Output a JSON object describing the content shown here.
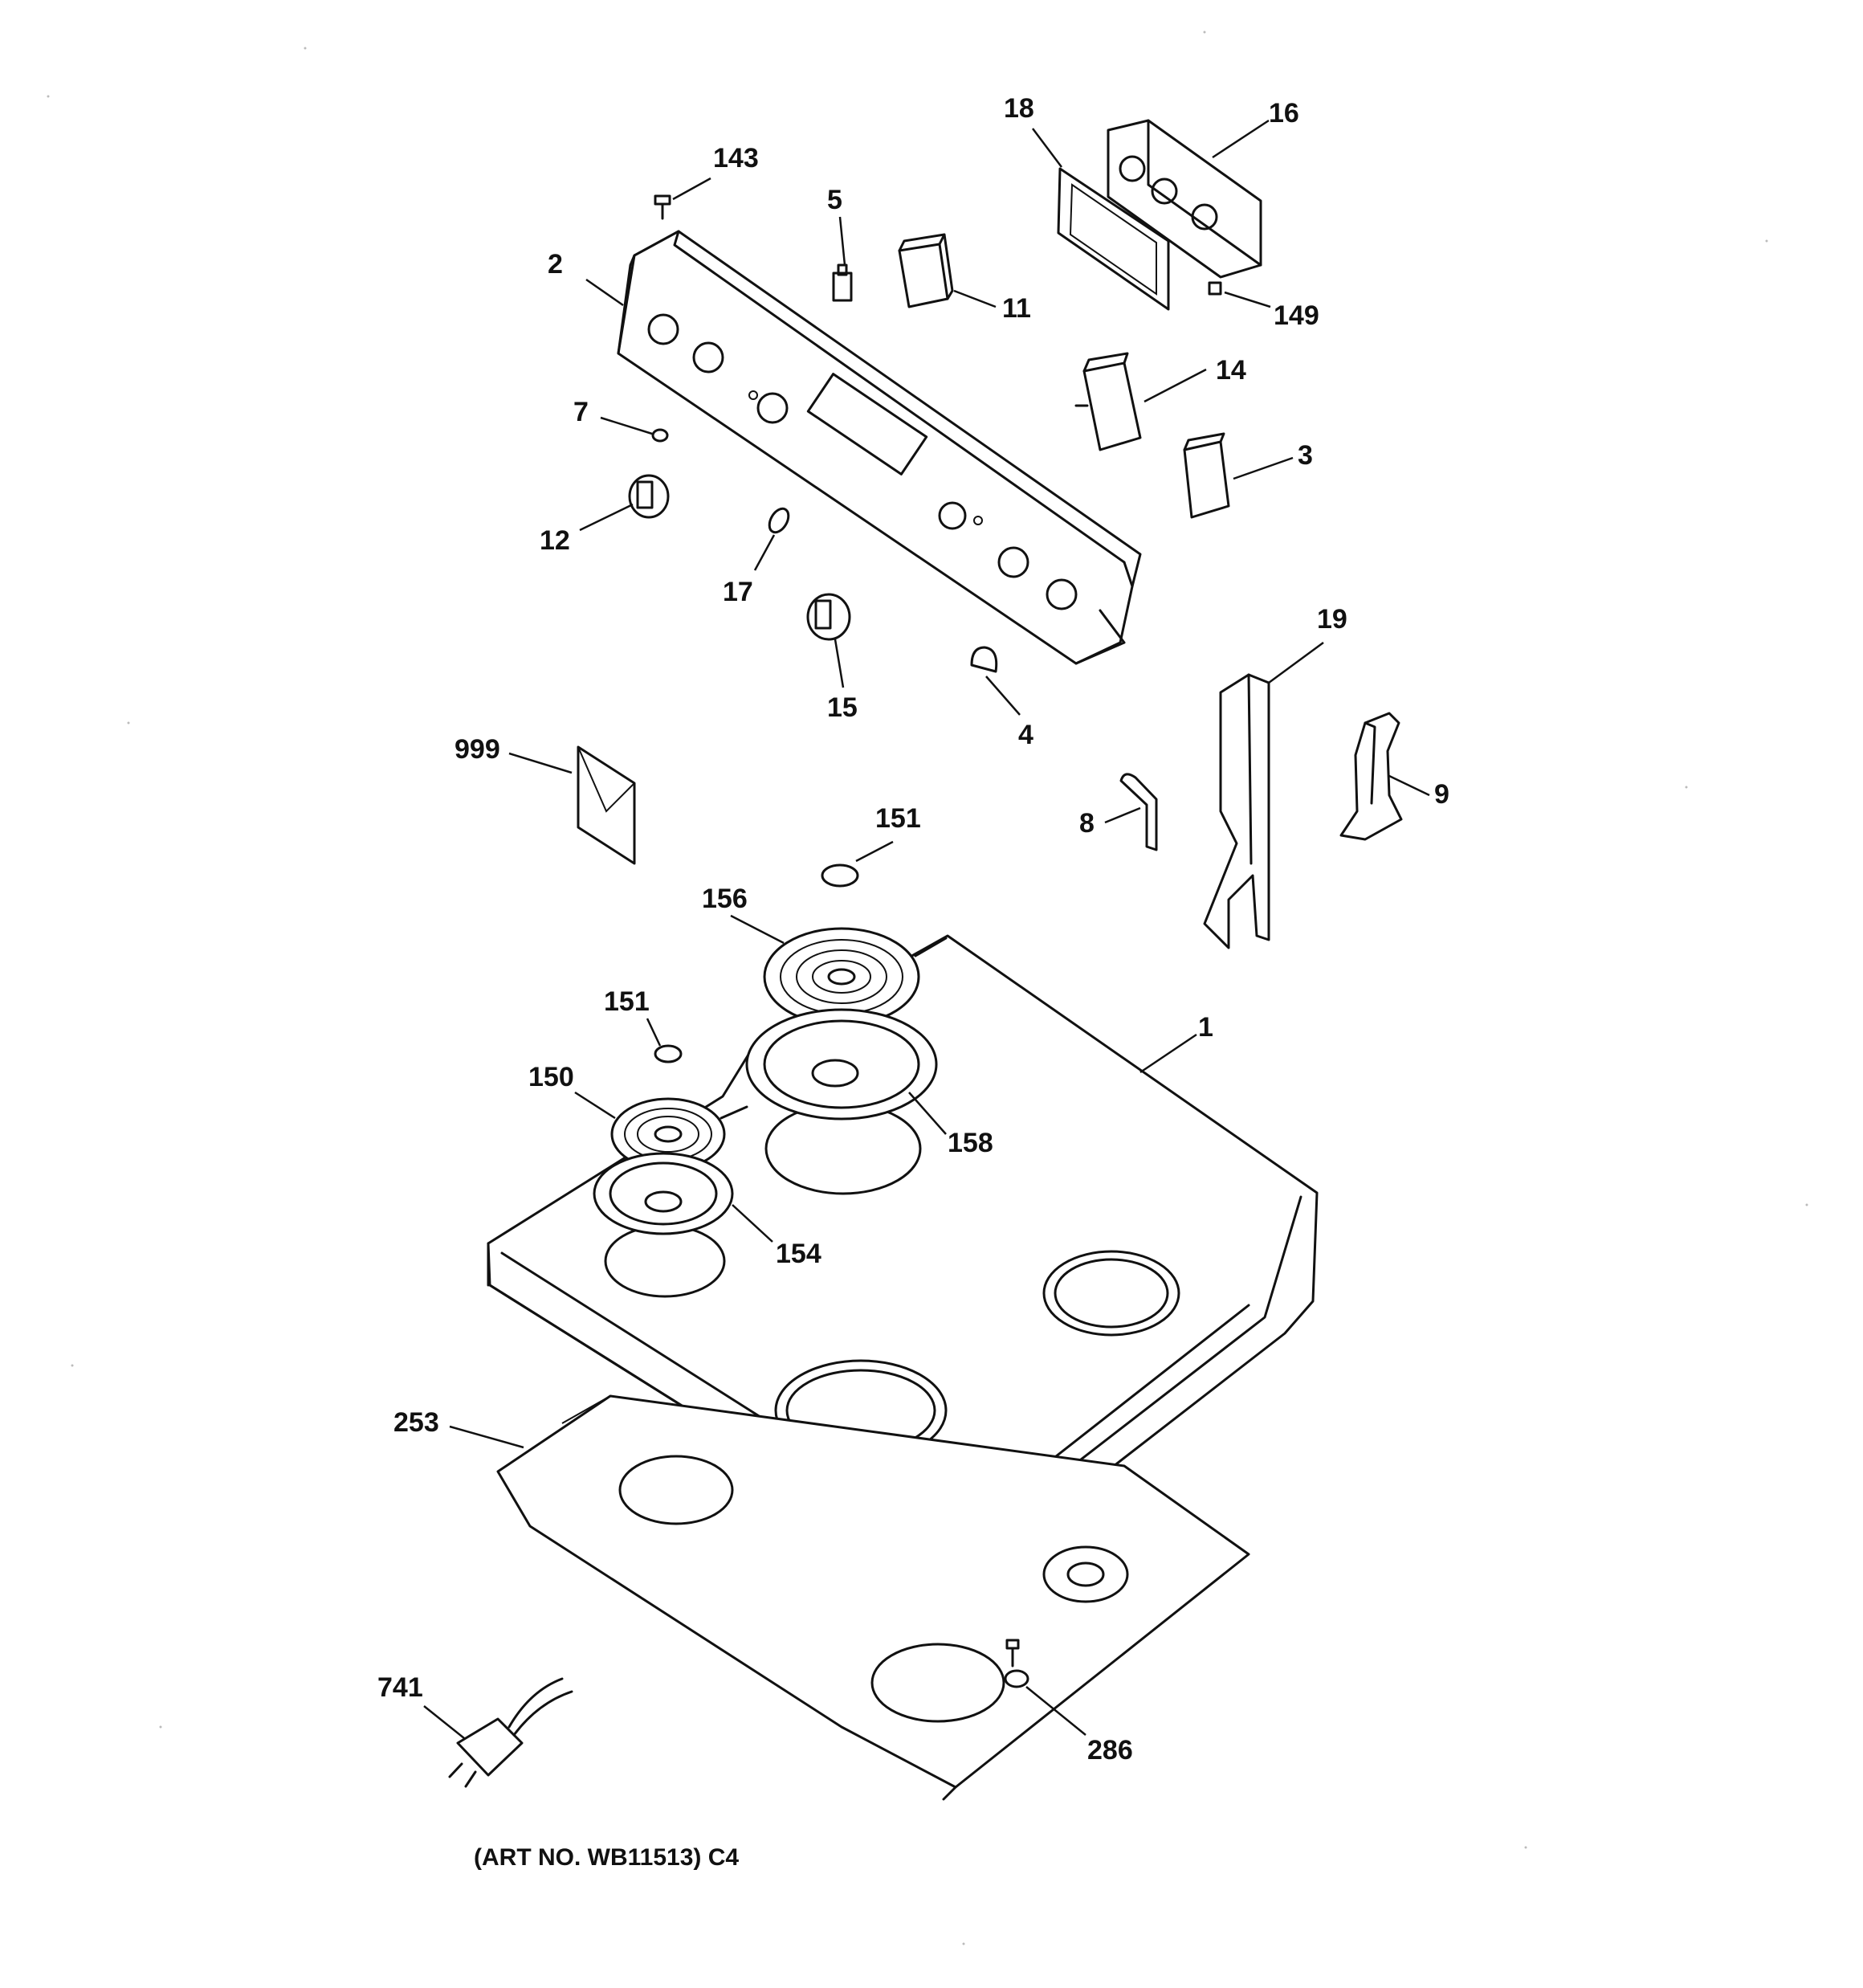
{
  "callouts": {
    "p143": "143",
    "p18": "18",
    "p16": "16",
    "p5": "5",
    "p2": "2",
    "p11": "11",
    "p149": "149",
    "p14": "14",
    "p7": "7",
    "p3": "3",
    "p12": "12",
    "p17": "17",
    "p15": "15",
    "p4": "4",
    "p19": "19",
    "p999": "999",
    "p8": "8",
    "p9": "9",
    "p151a": "151",
    "p156": "156",
    "p151b": "151",
    "p1": "1",
    "p150": "150",
    "p158": "158",
    "p154": "154",
    "p253": "253",
    "p741": "741",
    "p286": "286"
  },
  "caption": "(ART NO. WB11513) C4"
}
